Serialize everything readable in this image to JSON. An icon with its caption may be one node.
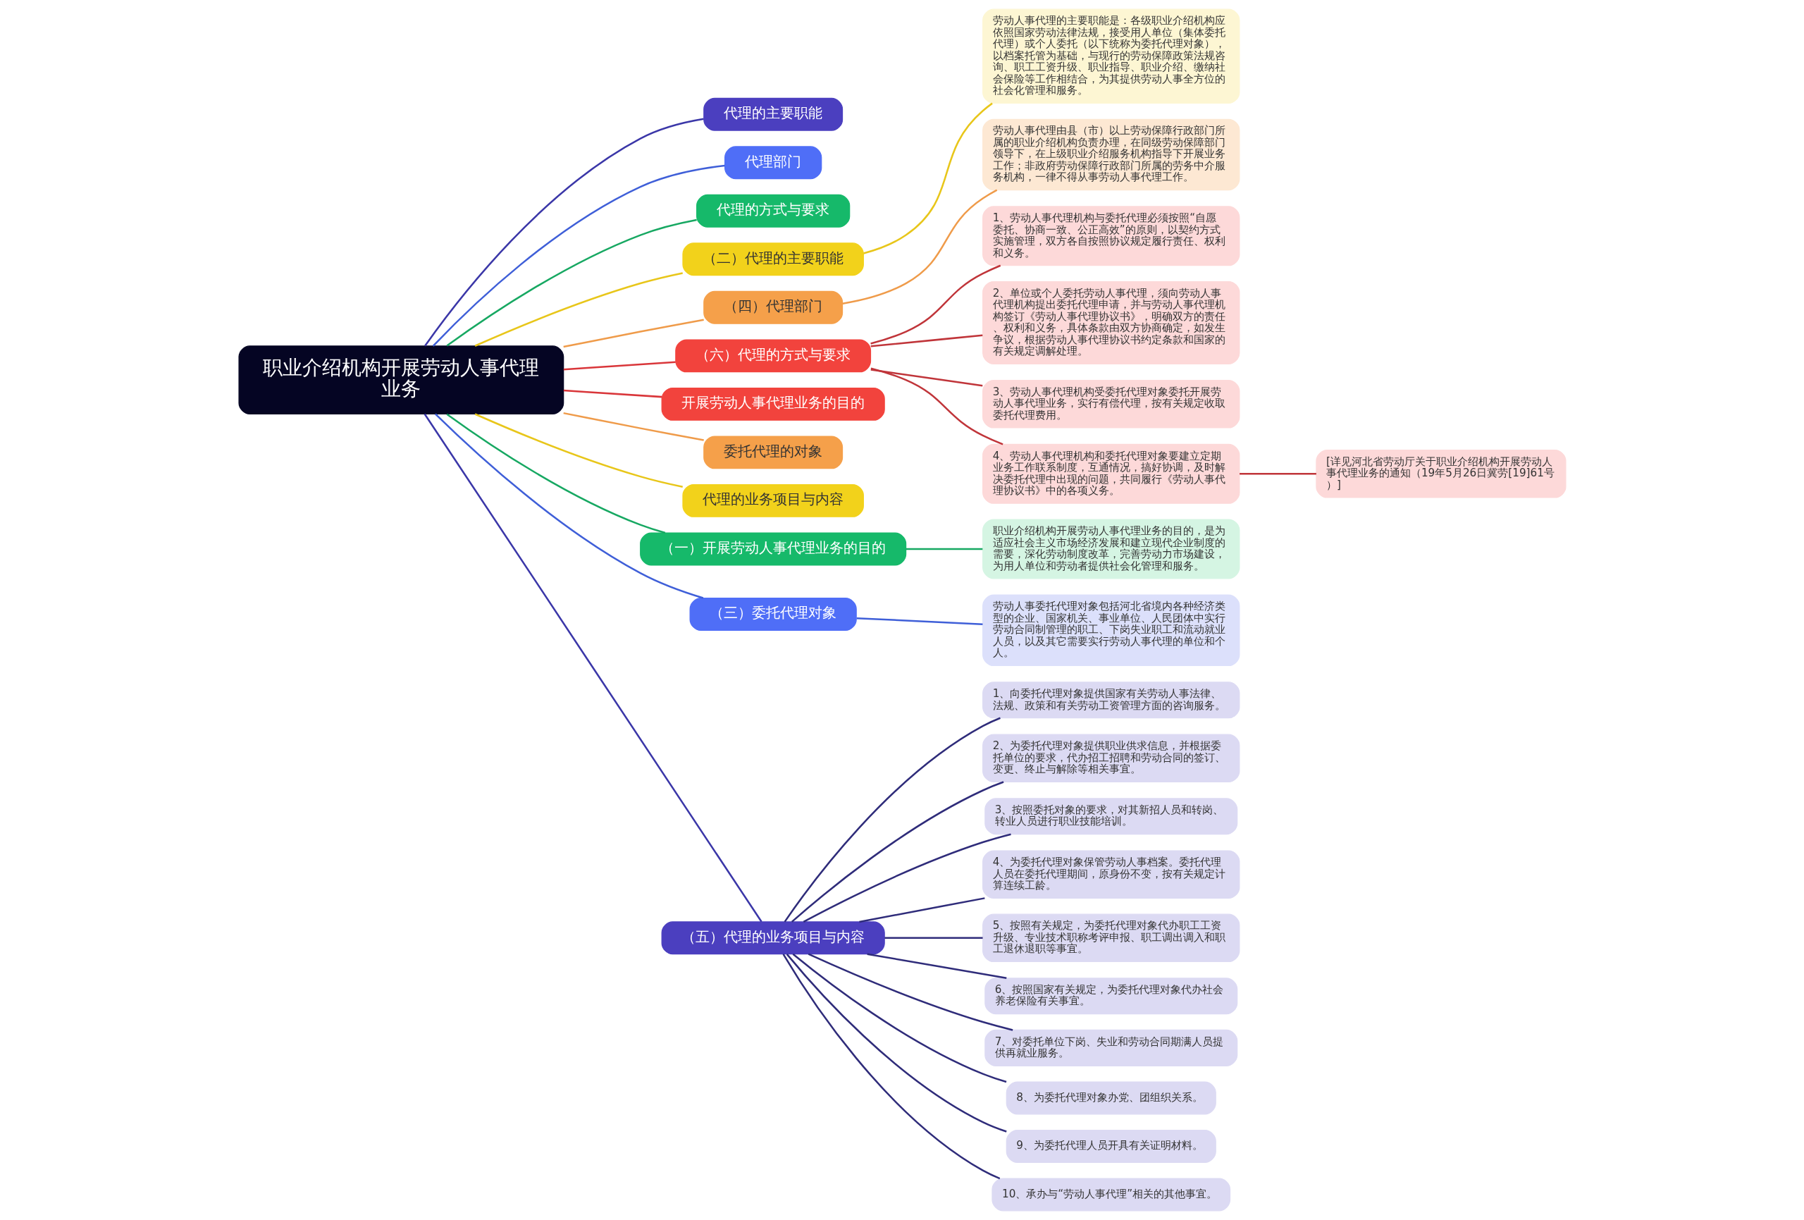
{
  "diagram": {
    "nodes": [
      {
        "text": [
          "职业介绍机构开展劳动人事代理业务"
        ]
      },
      {
        "text": [
          "代理的主要职能"
        ]
      },
      {
        "text": [
          "代理部门"
        ]
      },
      {
        "text": [
          "代理的方式与要求"
        ]
      },
      {
        "text": [
          "（二）代理的主要职能"
        ]
      },
      {
        "text": [
          "劳动人事代理的主要职能是：各级职业介绍机构应依照国家劳动法律法规，接受用人单位（集体委托代理）或个人委托（以下统称为委托代理对象），以档案托管为基础，与现行的劳动保障政策法规咨询、职工工资升级、职业指导、职业介绍、缴纳社会保险等工作相结合，为其提供劳动人事全方位的社会化管理和服务。"
        ]
      },
      {
        "text": [
          "（四）代理部门"
        ]
      },
      {
        "text": [
          "劳动人事代理由县（市）以上劳动保障行政部门所属的职业介绍机构负责办理，在同级劳动保障部门领导下，在上级职业介绍服务机构指导下开展业务工作；非政府劳动保障行政部门所属的劳务中介服务机构，一律不得从事劳动人事代理工作。"
        ]
      },
      {
        "text": [
          "（六）代理的方式与要求"
        ]
      },
      {
        "text": [
          "1、劳动人事代理机构与委托代理必须按照“自愿委托、协商一致、公正高效”的原则，以契约方式实施管理，双方各自按照协议规定履行责任、权利和义务。"
        ]
      },
      {
        "text": [
          "2、单位或个人委托劳动人事代理，须向劳动人事代理机构提出委托代理申请，并与劳动人事代理机构签订《劳动人事代理协议书》，明确双方的责任、权利和义务，具体条款由双方协商确定，如发生争议，根据劳动人事代理协议书约定条款和国家的有关规定调解处理。"
        ]
      },
      {
        "text": [
          "3、劳动人事代理机构受委托代理对象委托开展劳动人事代理业务，实行有偿代理，按有关规定收取委托代理费用。"
        ]
      },
      {
        "text": [
          "4、劳动人事代理机构和委托代理对象要建立定期业务工作联系制度，互通情况，搞好协调，及时解决委托代理中出现的问题，共同履行《劳动人事代理协议书》中的各项义务。"
        ]
      },
      {
        "text": [
          "[详见河北省劳动厅关于职业介绍机构开展劳动人事代理业务的通知（19年5月26日冀劳[19]61号）]"
        ]
      },
      {
        "text": [
          "开展劳动人事代理业务的目的"
        ]
      },
      {
        "text": [
          "委托代理的对象"
        ]
      },
      {
        "text": [
          "代理的业务项目与内容"
        ]
      },
      {
        "text": [
          "（一）开展劳动人事代理业务的目的"
        ]
      },
      {
        "text": [
          "职业介绍机构开展劳动人事代理业务的目的，是为适应社会主义市场经济发展和建立现代企业制度的需要，深化劳动制度改革，完善劳动力市场建设，为用人单位和劳动者提供社会化管理和服务。"
        ]
      },
      {
        "text": [
          "（三）委托代理对象"
        ]
      },
      {
        "text": [
          "劳动人事委托代理对象包括河北省境内各种经济类型的企业、国家机关、事业单位、人民团体中实行劳动合同制管理的职工、下岗失业职工和流动就业人员，以及其它需要实行劳动人事代理的单位和个人。"
        ]
      },
      {
        "text": [
          "（五）代理的业务项目与内容"
        ]
      },
      {
        "text": [
          "1、向委托代理对象提供国家有关劳动人事法律、法规、政策和有关劳动工资管理方面的咨询服务。"
        ]
      },
      {
        "text": [
          "2、为委托代理对象提供职业供求信息，并根据委托单位的要求，代办招工招聘和劳动合同的签订、变更、终止与解除等相关事宜。"
        ]
      },
      {
        "text": [
          "3、按照委托对象的要求，对其新招人员和转岗、转业人员进行职业技能培训。"
        ]
      },
      {
        "text": [
          "4、为委托代理对象保管劳动人事档案。委托代理人员在委托代理期间，原身份不变，按有关规定计算连续工龄。"
        ]
      },
      {
        "text": [
          "5、按照有关规定，为委托代理对象代办职工工资升级、专业技术职称考评申报、职工调出调入和职工退休退职等事宜。"
        ]
      },
      {
        "text": [
          "6、按照国家有关规定，为委托代理对象代办社会养老保险有关事宜。"
        ]
      },
      {
        "text": [
          "7、对委托单位下岗、失业和劳动合同期满人员提供再就业服务。"
        ]
      },
      {
        "text": [
          "8、为委托代理对象办党、团组织关系。"
        ]
      },
      {
        "text": [
          "9、为委托代理人员开具有关证明材料。"
        ]
      },
      {
        "text": [
          "10、承办与“劳动人事代理”相关的其他事宜。"
        ]
      }
    ],
    "edges": [
      {
        "from": 0,
        "to": 1,
        "arrow": "none",
        "color": "#3b37a8"
      },
      {
        "from": 0,
        "to": 2,
        "arrow": "none",
        "color": "#3f5fd8"
      },
      {
        "from": 0,
        "to": 3,
        "arrow": "none",
        "color": "#17a862"
      },
      {
        "from": 0,
        "to": 4,
        "arrow": "none",
        "color": "#e8c61a"
      },
      {
        "from": 4,
        "to": 5,
        "arrow": "none",
        "color": "#e8c61a"
      },
      {
        "from": 0,
        "to": 6,
        "arrow": "none",
        "color": "#ef9b4a"
      },
      {
        "from": 6,
        "to": 7,
        "arrow": "none",
        "color": "#ef9b4a"
      },
      {
        "from": 0,
        "to": 8,
        "arrow": "none",
        "color": "#d9363a"
      },
      {
        "from": 8,
        "to": 9,
        "arrow": "none",
        "color": "#c0353a"
      },
      {
        "from": 8,
        "to": 10,
        "arrow": "none",
        "color": "#c0353a"
      },
      {
        "from": 8,
        "to": 11,
        "arrow": "none",
        "color": "#c0353a"
      },
      {
        "from": 8,
        "to": 12,
        "arrow": "none",
        "color": "#c0353a"
      },
      {
        "from": 12,
        "to": 13,
        "arrow": "none",
        "color": "#c0353a"
      },
      {
        "from": 0,
        "to": 14,
        "arrow": "none",
        "color": "#d9363a"
      },
      {
        "from": 0,
        "to": 15,
        "arrow": "none",
        "color": "#ef9b4a"
      },
      {
        "from": 0,
        "to": 16,
        "arrow": "none",
        "color": "#e8c61a"
      },
      {
        "from": 0,
        "to": 17,
        "arrow": "none",
        "color": "#17a862"
      },
      {
        "from": 17,
        "to": 18,
        "arrow": "none",
        "color": "#17a862"
      },
      {
        "from": 0,
        "to": 19,
        "arrow": "none",
        "color": "#3f5fd8"
      },
      {
        "from": 19,
        "to": 20,
        "arrow": "none",
        "color": "#3f5fd8"
      },
      {
        "from": 0,
        "to": 21,
        "arrow": "none",
        "color": "#3b37a8"
      },
      {
        "from": 21,
        "to": 22,
        "arrow": "none",
        "color": "#2f2c7a"
      },
      {
        "from": 21,
        "to": 23,
        "arrow": "none",
        "color": "#2f2c7a"
      },
      {
        "from": 21,
        "to": 24,
        "arrow": "none",
        "color": "#2f2c7a"
      },
      {
        "from": 21,
        "to": 25,
        "arrow": "none",
        "color": "#2f2c7a"
      },
      {
        "from": 21,
        "to": 26,
        "arrow": "none",
        "color": "#2f2c7a"
      },
      {
        "from": 21,
        "to": 27,
        "arrow": "none",
        "color": "#2f2c7a"
      },
      {
        "from": 21,
        "to": 28,
        "arrow": "none",
        "color": "#2f2c7a"
      },
      {
        "from": 21,
        "to": 29,
        "arrow": "none",
        "color": "#2f2c7a"
      },
      {
        "from": 21,
        "to": 30,
        "arrow": "none",
        "color": "#2f2c7a"
      },
      {
        "from": 21,
        "to": 31,
        "arrow": "none",
        "color": "#2f2c7a"
      }
    ]
  }
}
